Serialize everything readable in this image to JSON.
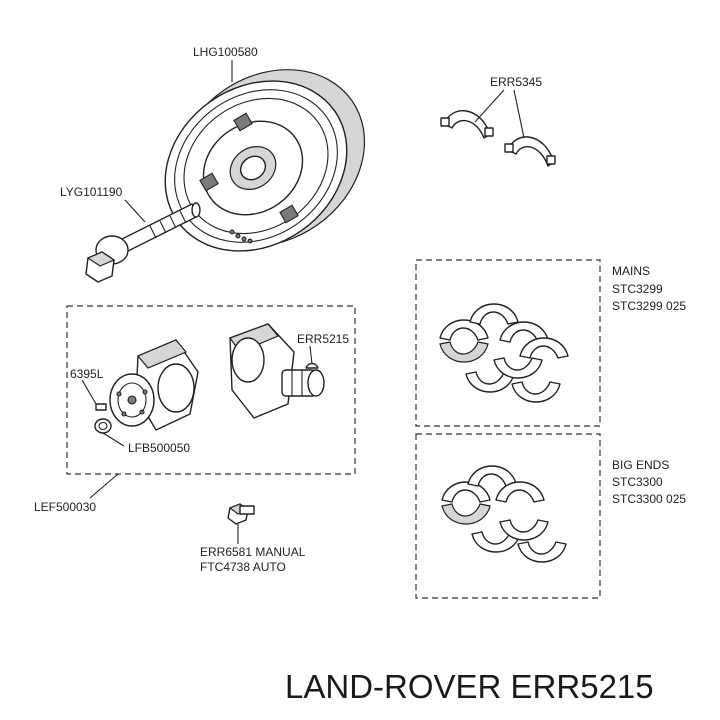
{
  "labels": {
    "pulley": "LHG100580",
    "bolt": "LYG101190",
    "thrust_washers": "ERR5345",
    "key": "ERR5215",
    "dowel": "6395L",
    "bush": "LFB500050",
    "crankshaft_kit": "LEF500030",
    "plug_manual": "ERR6581 MANUAL",
    "plug_auto": "FTC4738 AUTO",
    "mains_title": "MAINS",
    "mains_std": "STC3299",
    "mains_025": "STC3299 025",
    "bigends_title": "BIG ENDS",
    "bigends_std": "STC3300",
    "bigends_025": "STC3300 025"
  },
  "footer": {
    "brand_part": "LAND-ROVER ERR5215"
  }
}
